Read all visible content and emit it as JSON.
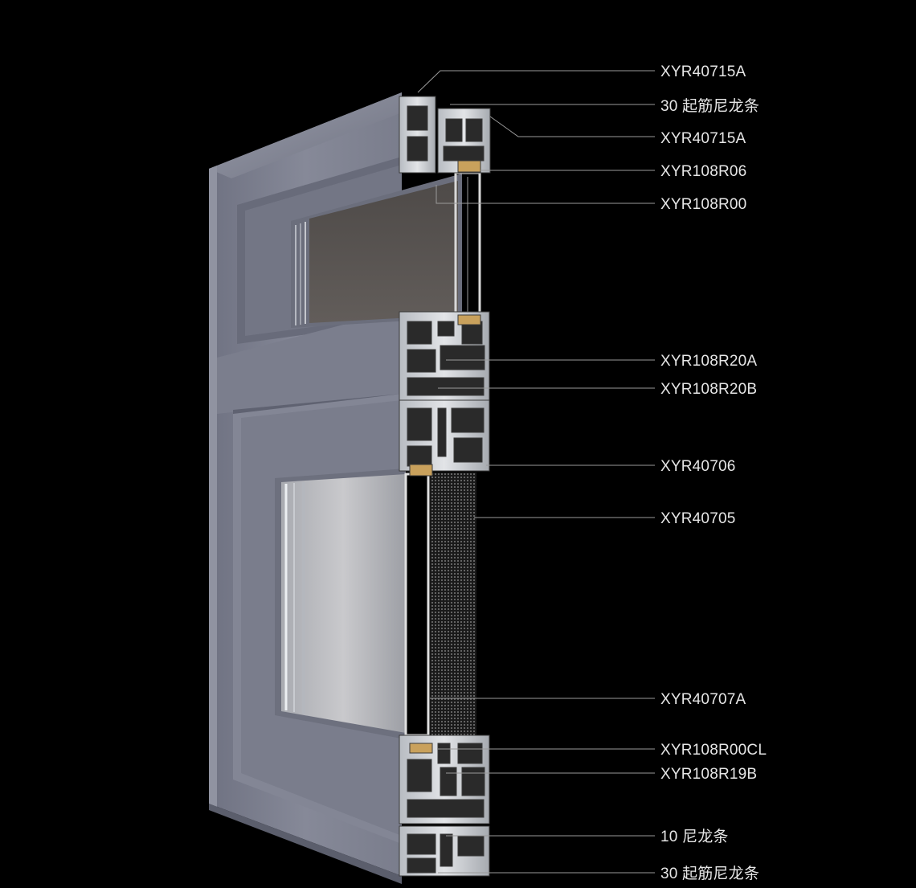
{
  "diagram": {
    "background": "#000000",
    "frame_color": "#7f8291",
    "frame_dark": "#5e6170",
    "glass_color": "#5a5654",
    "mesh_color": "#8c8c8c",
    "label_color": "#e6e6e6",
    "leader_color": "#9a9a9a",
    "callouts": [
      {
        "id": "c1",
        "text": "XYR40715A"
      },
      {
        "id": "c2",
        "text": "30 起筋尼龙条"
      },
      {
        "id": "c3",
        "text": "XYR40715A"
      },
      {
        "id": "c4",
        "text": "XYR108R06"
      },
      {
        "id": "c5",
        "text": "XYR108R00"
      },
      {
        "id": "c6",
        "text": "XYR108R20A"
      },
      {
        "id": "c7",
        "text": "XYR108R20B"
      },
      {
        "id": "c8",
        "text": "XYR40706"
      },
      {
        "id": "c9",
        "text": "XYR40705"
      },
      {
        "id": "c10",
        "text": "XYR40707A"
      },
      {
        "id": "c11",
        "text": "XYR108R00CL"
      },
      {
        "id": "c12",
        "text": "XYR108R19B"
      },
      {
        "id": "c13",
        "text": "10 尼龙条"
      },
      {
        "id": "c14",
        "text": "30 起筋尼龙条"
      }
    ]
  }
}
